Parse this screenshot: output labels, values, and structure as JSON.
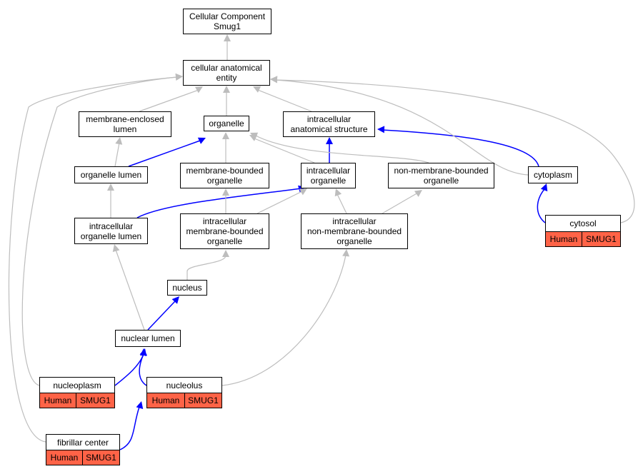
{
  "colors": {
    "is_a_edge": "#bdbdbd",
    "part_of_edge": "#0000ff",
    "annotation_fill": "#ff6347"
  },
  "nodes": {
    "root": "Cellular Component\nSmug1",
    "cae": "cellular anatomical\nentity",
    "mel": "membrane-enclosed\nlumen",
    "org": "organelle",
    "ias": "intracellular\nanatomical structure",
    "orgl": "organelle lumen",
    "mbo": "membrane-bounded\norganelle",
    "io": "intracellular\norganelle",
    "nmbo": "non-membrane-bounded\norganelle",
    "cyto": "cytoplasm",
    "iol": "intracellular\norganelle lumen",
    "imbo": "intracellular\nmembrane-bounded\norganelle",
    "inmbo": "intracellular\nnon-membrane-bounded\norganelle",
    "cytosol": "cytosol",
    "nucleus": "nucleus",
    "nl": "nuclear lumen",
    "np": "nucleoplasm",
    "nuc": "nucleolus",
    "fc": "fibrillar center"
  },
  "annotations": {
    "cytosol": [
      "Human",
      "SMUG1"
    ],
    "np": [
      "Human",
      "SMUG1"
    ],
    "nuc": [
      "Human",
      "SMUG1"
    ],
    "fc": [
      "Human",
      "SMUG1"
    ]
  }
}
